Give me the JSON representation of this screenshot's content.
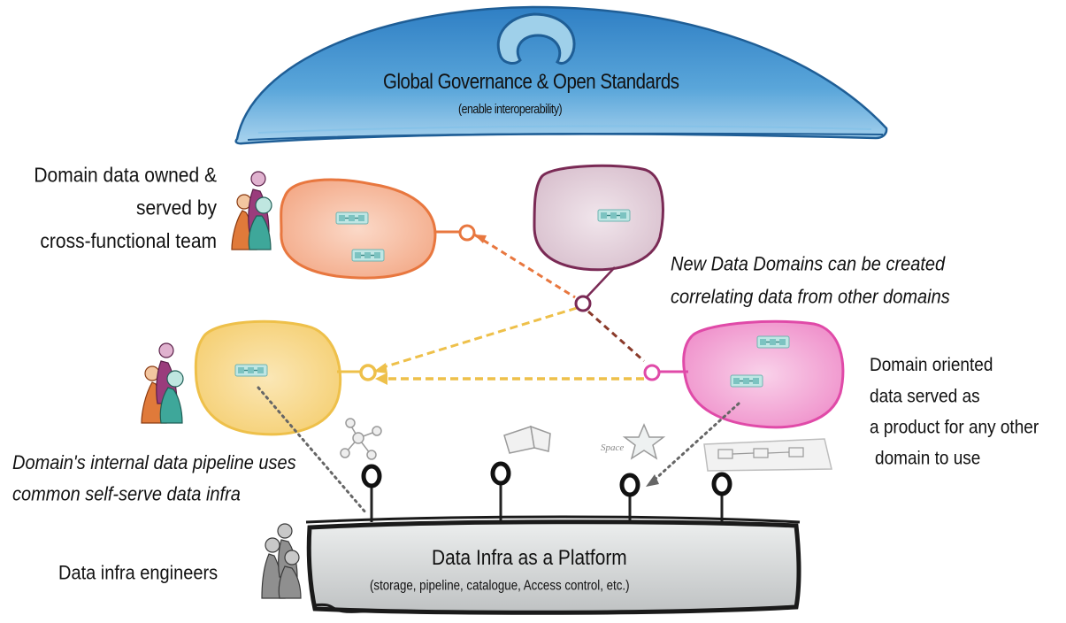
{
  "governance": {
    "title": "Global Governance & Open Standards",
    "subtitle": "(enable interoperability)"
  },
  "platform": {
    "title": "Data Infra as a Platform",
    "subtitle": "(storage, pipeline, catalogue, Access control, etc.)"
  },
  "annotations": {
    "team": [
      "Domain data owned &",
      "served by",
      "cross-functional team"
    ],
    "new_domains": [
      "New Data Domains can be created",
      "correlating data from other domains"
    ],
    "product": [
      "Domain oriented",
      "data served as",
      "a product for any other",
      "domain to use"
    ],
    "pipeline": [
      "Domain's internal data pipeline uses",
      "common self-serve data infra"
    ],
    "engineers": "Data infra engineers"
  },
  "doodles": {
    "space_label": "Space"
  },
  "colors": {
    "governance_blue": "#3f8fcc",
    "domain_orange": "#e8773f",
    "domain_purple": "#7a2a55",
    "domain_yellow": "#eec04a",
    "domain_pink": "#e04aa8",
    "platform_grey": "#c9cbcc",
    "data_product_teal": "#8fd0cf"
  },
  "icons": [
    "data-product-icon",
    "team-people-icon",
    "engineer-people-icon",
    "connector-ring-icon"
  ]
}
